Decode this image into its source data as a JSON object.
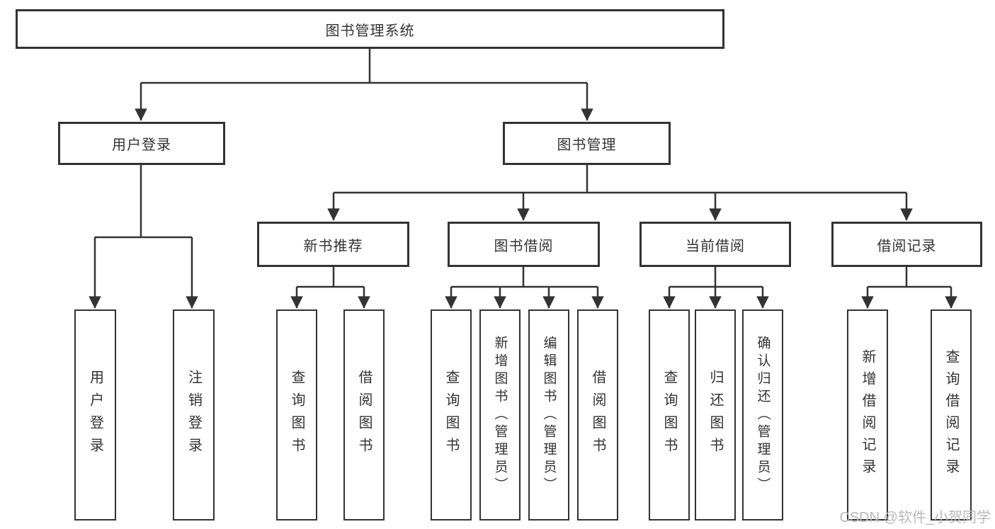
{
  "diagram": {
    "root": "图书管理系统",
    "level2": {
      "userLogin": "用户登录",
      "bookMgmt": "图书管理"
    },
    "level3": {
      "newBookRec": "新书推荐",
      "bookBorrow": "图书借阅",
      "currentBorrow": "当前借阅",
      "borrowRecords": "借阅记录"
    },
    "leaves": {
      "userLogin": "用户登录",
      "logout": "注销登录",
      "queryBookRec": "查询图书",
      "borrowBookRec": "借阅图书",
      "queryBookBorrow": "查询图书",
      "addBookAdmin": "新增图书（管理员）",
      "editBookAdmin": "编辑图书（管理员）",
      "borrowBook": "借阅图书",
      "queryBookCurrent": "查询图书",
      "returnBook": "归还图书",
      "confirmReturnAdmin": "确认归还（管理员）",
      "addBorrowRecord": "新增借阅记录",
      "queryBorrowRecord": "查询借阅记录"
    }
  },
  "watermark": "CSDN @软件_小贺同学",
  "colors": {
    "line": "#333333",
    "text": "#333333",
    "box_background": "#ffffff",
    "watermark": "#b9b9b9"
  }
}
